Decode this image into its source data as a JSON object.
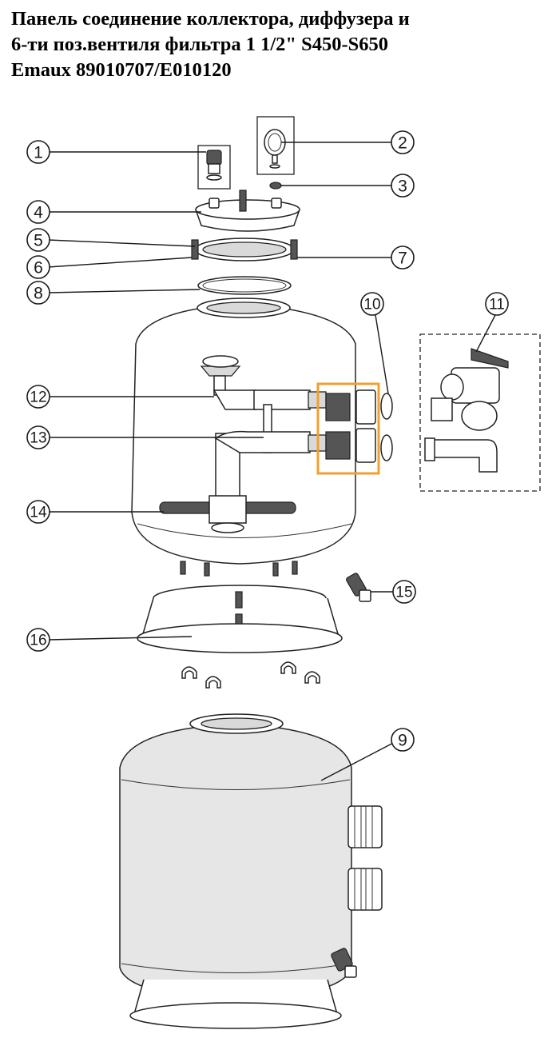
{
  "title": {
    "line1": "Панель соединение коллектора, диффузера и",
    "line2": "6-ти поз.вентиля фильтра 1 1/2\" S450-S650",
    "line3": "Emaux 89010707/E010120"
  },
  "callouts": [
    "1",
    "2",
    "3",
    "4",
    "5",
    "6",
    "7",
    "8",
    "9",
    "10",
    "11",
    "12",
    "13",
    "14",
    "15",
    "16"
  ],
  "colors": {
    "highlight": "#f0a030",
    "line": "#222222",
    "tank_fill": "#e6e6e6"
  }
}
